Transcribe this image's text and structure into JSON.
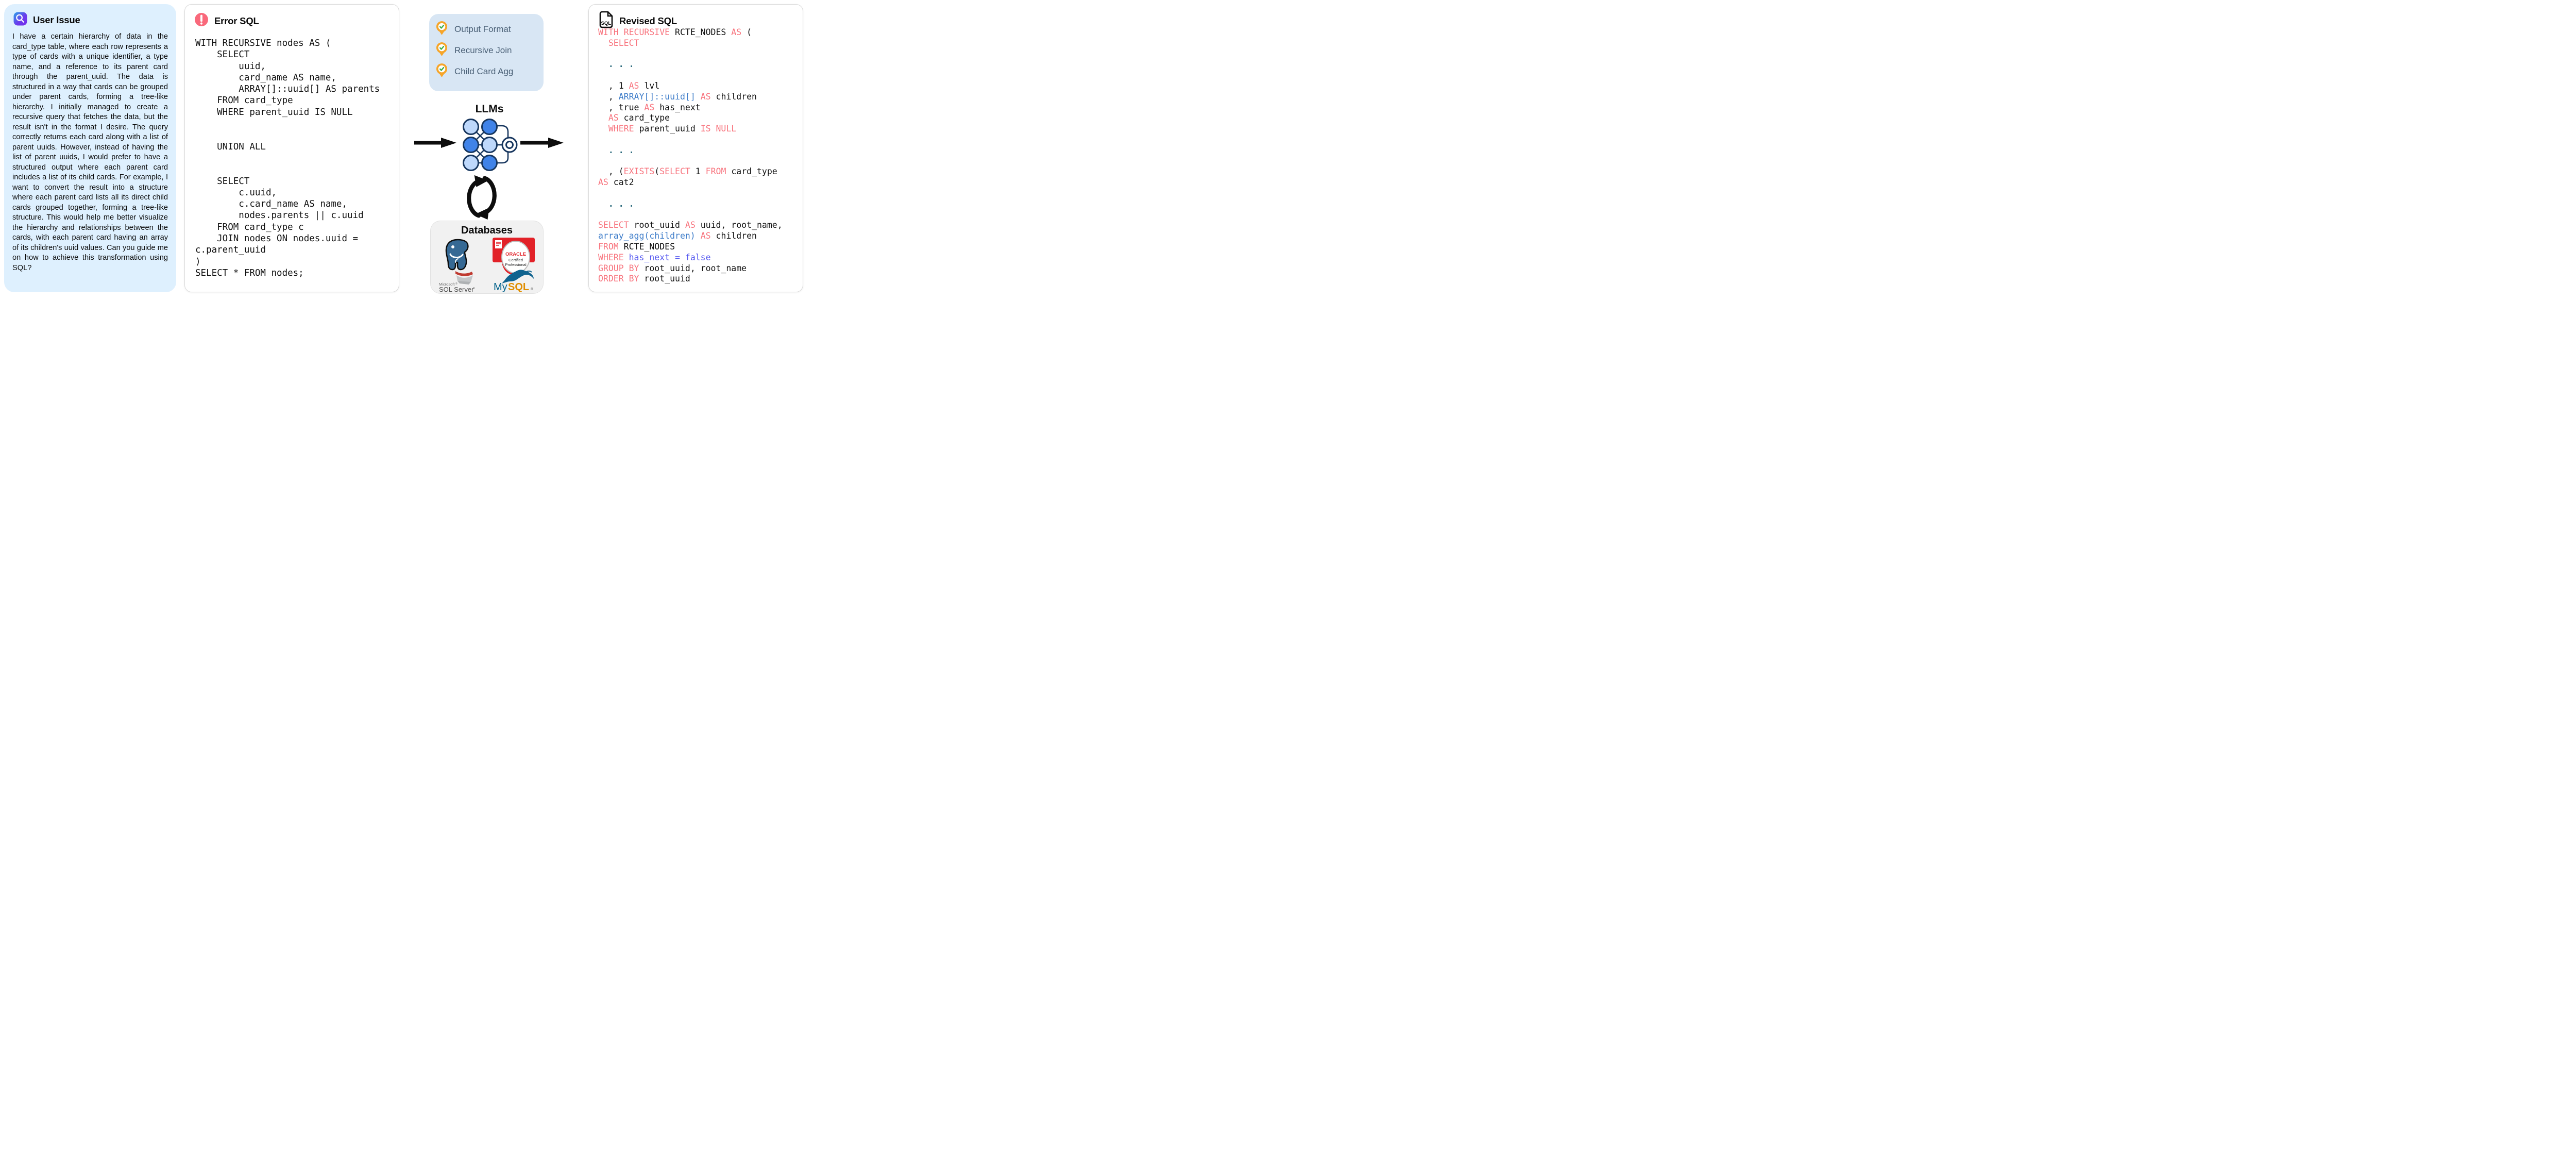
{
  "user_issue": {
    "title": "User Issue",
    "body": "I have a certain hierarchy of data in the card_type table, where each row represents a type of cards with a unique identifier, a type name, and a reference to its parent card through the parent_uuid. The data is structured in a way that cards can be grouped under parent cards, forming a tree-like hierarchy. I initially managed to create a recursive query that fetches the data, but the result isn't in the format I desire. The query correctly returns each card along with a list of parent uuids. However, instead of having the list of parent uuids, I would prefer to have a structured output where each parent card includes a list of its child cards. For example, I want to convert the result into a structure where each parent card lists all its direct child cards grouped together, forming a tree-like structure. This would help me better visualize the hierarchy and relationships between the cards, with each parent card having an array of its children's uuid values. Can you guide me on how to achieve this transformation using SQL?"
  },
  "error_sql": {
    "title": "Error SQL",
    "code": "WITH RECURSIVE nodes AS (\n    SELECT\n        uuid,\n        card_name AS name,\n        ARRAY[]::uuid[] AS parents\n    FROM card_type\n    WHERE parent_uuid IS NULL\n\n\n    UNION ALL\n\n\n    SELECT\n        c.uuid,\n        c.card_name AS name,\n        nodes.parents || c.uuid\n    FROM card_type c\n    JOIN nodes ON nodes.uuid =\nc.parent_uuid\n)\nSELECT * FROM nodes;"
  },
  "pipeline": {
    "checks": [
      {
        "label": "Output Format"
      },
      {
        "label": "Recursive Join"
      },
      {
        "label": "Child Card Agg"
      }
    ],
    "llms_label": "LLMs",
    "databases_label": "Databases",
    "database_logos": {
      "postgresql": "PostgreSQL",
      "oracle": {
        "line1": "ORACLE",
        "line2": "Certified",
        "line3": "Professional"
      },
      "sqlserver": {
        "line1": "Microsoft",
        "reg": "®",
        "line2": "SQL Server"
      },
      "mysql": {
        "part1": "My",
        "part2": "SQL",
        "reg": "®"
      }
    }
  },
  "revised_sql": {
    "title": "Revised SQL",
    "lines": [
      [
        [
          "kw",
          "WITH RECURSIVE "
        ],
        [
          "pln",
          "RCTE_NODES "
        ],
        [
          "kw",
          "AS "
        ],
        [
          "pln",
          "("
        ]
      ],
      [
        [
          "pln",
          "  "
        ],
        [
          "kw",
          "SELECT"
        ]
      ],
      [],
      [
        [
          "dot",
          "  . . ."
        ]
      ],
      [],
      [
        [
          "pln",
          "  , 1 "
        ],
        [
          "kw",
          "AS"
        ],
        [
          "pln",
          " lvl"
        ]
      ],
      [
        [
          "pln",
          "  , "
        ],
        [
          "blu",
          "ARRAY[]::uuid[]"
        ],
        [
          "pln",
          " "
        ],
        [
          "kw",
          "AS"
        ],
        [
          "pln",
          " children"
        ]
      ],
      [
        [
          "pln",
          "  , true "
        ],
        [
          "kw",
          "AS"
        ],
        [
          "pln",
          " has_next"
        ]
      ],
      [
        [
          "pln",
          "  "
        ],
        [
          "kw",
          "AS"
        ],
        [
          "pln",
          " card_type"
        ]
      ],
      [
        [
          "pln",
          "  "
        ],
        [
          "kw",
          "WHERE"
        ],
        [
          "pln",
          " parent_uuid "
        ],
        [
          "kw",
          "IS NULL"
        ]
      ],
      [],
      [
        [
          "dot",
          "  . . ."
        ]
      ],
      [],
      [
        [
          "pln",
          "  , ("
        ],
        [
          "kw",
          "EXISTS"
        ],
        [
          "pln",
          "("
        ],
        [
          "kw",
          "SELECT"
        ],
        [
          "pln",
          " 1 "
        ],
        [
          "kw",
          "FROM"
        ],
        [
          "pln",
          " card_type"
        ]
      ],
      [
        [
          "kw",
          "AS"
        ],
        [
          "pln",
          " cat2"
        ]
      ],
      [],
      [
        [
          "dot",
          "  . . ."
        ]
      ],
      [],
      [
        [
          "kw",
          "SELECT"
        ],
        [
          "pln",
          " root_uuid "
        ],
        [
          "kw",
          "AS"
        ],
        [
          "pln",
          " uuid, root_name,"
        ]
      ],
      [
        [
          "blu",
          "array_agg(children)"
        ],
        [
          "pln",
          " "
        ],
        [
          "kw",
          "AS"
        ],
        [
          "pln",
          " children"
        ]
      ],
      [
        [
          "kw",
          "FROM"
        ],
        [
          "pln",
          " RCTE_NODES"
        ]
      ],
      [
        [
          "kw",
          "WHERE"
        ],
        [
          "pln",
          " "
        ],
        [
          "ind",
          "has_next = false"
        ]
      ],
      [
        [
          "kw",
          "GROUP BY"
        ],
        [
          "pln",
          " root_uuid, root_name"
        ]
      ],
      [
        [
          "kw",
          "ORDER BY"
        ],
        [
          "pln",
          " root_uuid"
        ]
      ]
    ]
  },
  "icons": {
    "user_issue": "magnifier-icon",
    "error": "exclamation-icon",
    "revised": "sql-file-icon",
    "checks": "check-pin-icon",
    "flow": [
      "arrow-right-icon",
      "neural-network-icon",
      "cycle-arrows-icon",
      "arrow-right-icon"
    ]
  },
  "colors": {
    "keyword_salmon": "#f8747e",
    "type_blue": "#3d7cc9",
    "condition_indigo": "#5558f0",
    "ellipsis_teal": "#2c6b7d",
    "user_panel_blue": "#def0fe",
    "badge_box_blue": "#d8e6f4",
    "pin_orange": "#f6a529",
    "check_green": "#3fae49",
    "badge_label_slate": "#4a6076",
    "error_icon_red": "#f9697b",
    "node_dark_blue": "#4083e8",
    "node_light_blue": "#bed8fb",
    "node_stroke_navy": "#17365e"
  }
}
